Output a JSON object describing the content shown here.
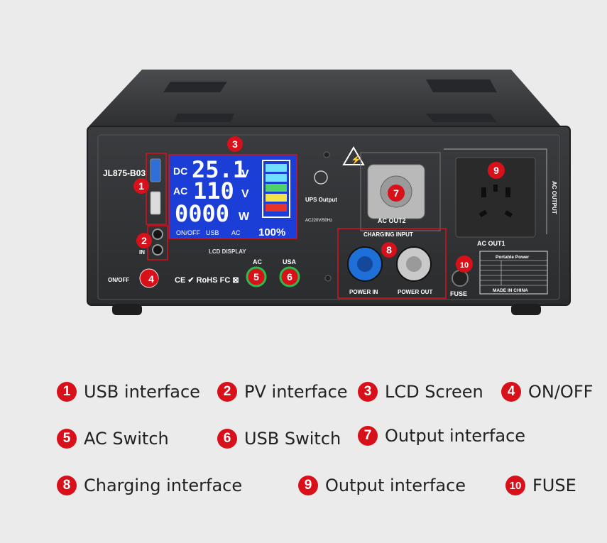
{
  "device": {
    "model": "JL875-B03",
    "lcd_caption": "LCD DISPLAY",
    "lcd": {
      "dc_label": "DC",
      "dc_value": "25.1",
      "dc_unit": "V",
      "ac_label": "AC",
      "ac_value": "110",
      "ac_unit": "V",
      "w_value": "0000",
      "w_unit": "W",
      "status_onoff": "ON/OFF",
      "status_usb": "USB",
      "status_ac": "AC",
      "percent": "100%"
    },
    "in_label": "IN",
    "onoff_label": "ON/OFF",
    "cert_marks": "CE ✔ RoHS FC ⊠",
    "ac_switch_label": "AC",
    "usb_switch_label": "USA",
    "ups_output": "UPS Output",
    "ac_voltage_note": "AC220V/50Hz",
    "ac_out2_label": "AC OUT2",
    "charging_input": "CHARGING INPUT",
    "power_in": "POWER IN",
    "power_out": "POWER OUT",
    "fuse": "FUSE",
    "ac_output": "AC OUTPUT",
    "ac_out1": "AC OUT1",
    "spec_title": "Portable Power",
    "spec_footer": "MADE IN CHINA",
    "callouts": [
      "1",
      "2",
      "3",
      "4",
      "5",
      "6",
      "7",
      "8",
      "9",
      "10"
    ]
  },
  "legend": [
    {
      "num": "1",
      "text": "USB interface"
    },
    {
      "num": "2",
      "text": "PV interface"
    },
    {
      "num": "3",
      "text": "LCD Screen"
    },
    {
      "num": "4",
      "text": "ON/OFF"
    },
    {
      "num": "5",
      "text": "AC Switch"
    },
    {
      "num": "6",
      "text": "USB Switch"
    },
    {
      "num": "7",
      "text": "Output interface"
    },
    {
      "num": "8",
      "text": "Charging interface"
    },
    {
      "num": "9",
      "text": "Output interface"
    },
    {
      "num": "10",
      "text": "FUSE"
    }
  ],
  "colors": {
    "badge_red": "#d8101a",
    "device_body": "#3a3b3d",
    "lcd_blue": "#1b3fd6",
    "background": "#ebebeb"
  }
}
